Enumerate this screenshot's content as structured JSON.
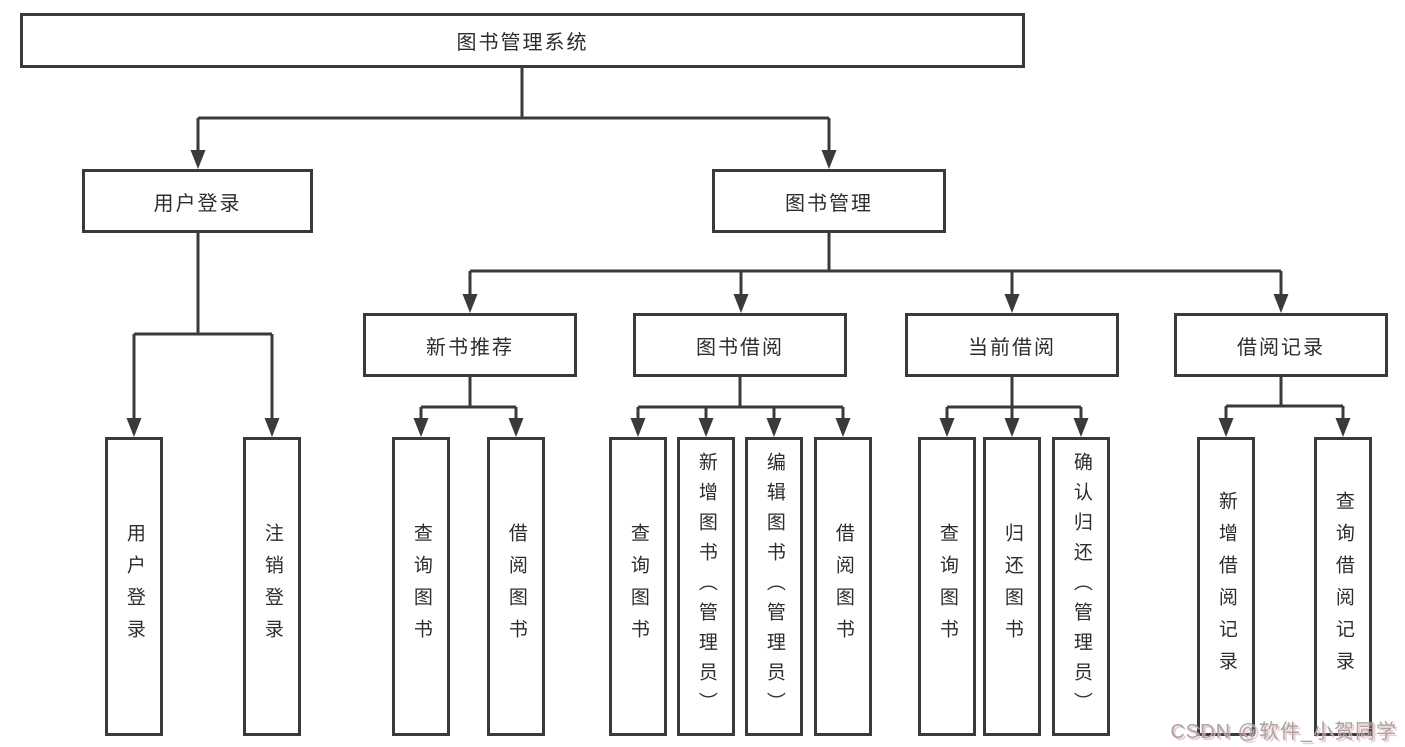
{
  "diagram": {
    "type": "hierarchy-tree",
    "title": "图书管理系统",
    "tree": {
      "root": {
        "label": "图书管理系统",
        "children": [
          {
            "label": "用户登录",
            "children": [
              {
                "label": "用户登录"
              },
              {
                "label": "注销登录"
              }
            ]
          },
          {
            "label": "图书管理",
            "children": [
              {
                "label": "新书推荐",
                "children": [
                  {
                    "label": "查询图书"
                  },
                  {
                    "label": "借阅图书"
                  }
                ]
              },
              {
                "label": "图书借阅",
                "children": [
                  {
                    "label": "查询图书"
                  },
                  {
                    "label": "新增图书（管理员）"
                  },
                  {
                    "label": "编辑图书（管理员）"
                  },
                  {
                    "label": "借阅图书"
                  }
                ]
              },
              {
                "label": "当前借阅",
                "children": [
                  {
                    "label": "查询图书"
                  },
                  {
                    "label": "归还图书"
                  },
                  {
                    "label": "确认归还（管理员）"
                  }
                ]
              },
              {
                "label": "借阅记录",
                "children": [
                  {
                    "label": "新增借阅记录"
                  },
                  {
                    "label": "查询借阅记录"
                  }
                ]
              }
            ]
          }
        ]
      }
    },
    "watermark": "CSDN @软件_小贺同学",
    "colors": {
      "background": "#ffffff",
      "line": "#3a3a3a",
      "box_border": "#3a3a3a",
      "box_fill": "#ffffff",
      "text": "#2d2d2d",
      "watermark_gray": "#a6a6a6",
      "watermark_shadow": "#e9b5b5"
    }
  }
}
